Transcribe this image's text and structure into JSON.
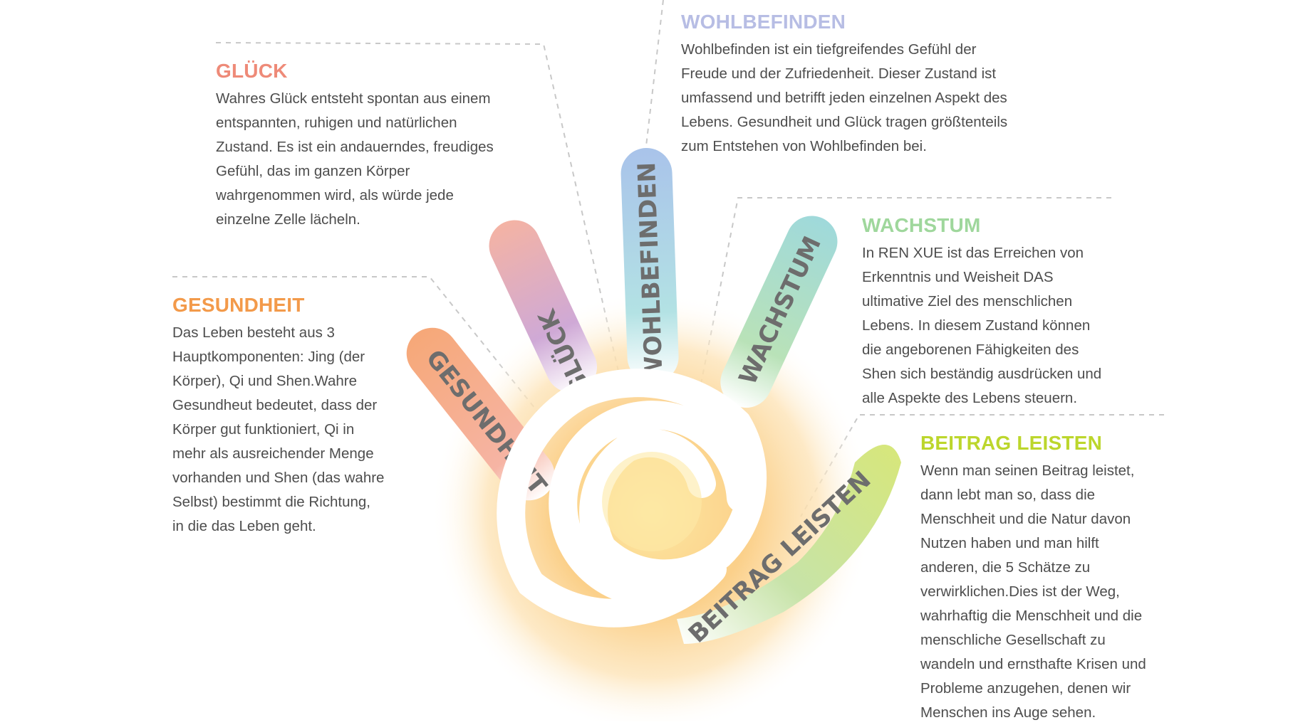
{
  "colors": {
    "glueck": "#ee8a78",
    "gesundheit": "#f39a4a",
    "wohlbefinden": "#b7bde4",
    "wachstum": "#9fd79c",
    "beitrag": "#bcd62c",
    "text": "#4d4d4d",
    "label": "#6d6d6d"
  },
  "fingers": {
    "gesundheit": "GESUNDHEIT",
    "glueck": "GLÜCK",
    "wohlbefinden": "WOHLBEFINDEN",
    "wachstum": "WACHSTUM",
    "beitrag": "BEITRAG LEISTEN"
  },
  "sections": {
    "glueck": {
      "title": "GLÜCK",
      "lines": [
        "Wahres Glück entsteht spontan aus einem",
        "entspannten, ruhigen und natürlichen",
        "Zustand. Es ist ein andauerndes, freudiges",
        "Gefühl, das im ganzen Körper",
        "wahrgenommen wird, als würde jede",
        "einzelne Zelle lächeln."
      ]
    },
    "gesundheit": {
      "title": "GESUNDHEIT",
      "lines": [
        "Das Leben besteht aus 3",
        "Hauptkomponenten: Jing (der",
        "Körper), Qi und Shen.Wahre",
        "Gesundheut bedeutet, dass der",
        "Körper gut funktioniert, Qi in",
        "mehr als ausreichender Menge",
        "vorhanden und Shen (das wahre",
        "Selbst) bestimmt die Richtung,",
        "in die das Leben geht."
      ]
    },
    "wohlbefinden": {
      "title": "WOHLBEFINDEN",
      "lines": [
        "Wohlbefinden ist ein tiefgreifendes Gefühl der",
        "Freude und der Zufriedenheit. Dieser Zustand ist",
        "umfassend und betrifft jeden einzelnen Aspekt des",
        "Lebens. Gesundheit und Glück tragen größtenteils",
        "zum Entstehen von Wohlbefinden bei."
      ]
    },
    "wachstum": {
      "title": "WACHSTUM",
      "lines": [
        "In REN XUE ist das Erreichen von",
        "Erkenntnis und Weisheit DAS",
        "ultimative Ziel des menschlichen",
        "Lebens. In diesem Zustand können",
        "die angeborenen Fähigkeiten des",
        "Shen sich beständig ausdrücken und",
        "alle Aspekte des Lebens steuern."
      ]
    },
    "beitrag": {
      "title": "BEITRAG LEISTEN",
      "lines": [
        "Wenn man seinen Beitrag leistet,",
        "dann lebt man so, dass die",
        "Menschheit und die Natur davon",
        "Nutzen haben und man hilft",
        "anderen, die 5 Schätze zu",
        "verwirklichen.Dies ist der Weg,",
        "wahrhaftig die Menschheit und die",
        "menschliche Gesellschaft zu",
        "wandeln und ernsthafte Krisen und",
        "Probleme anzugehen, denen wir",
        "Menschen ins Auge sehen."
      ]
    }
  }
}
